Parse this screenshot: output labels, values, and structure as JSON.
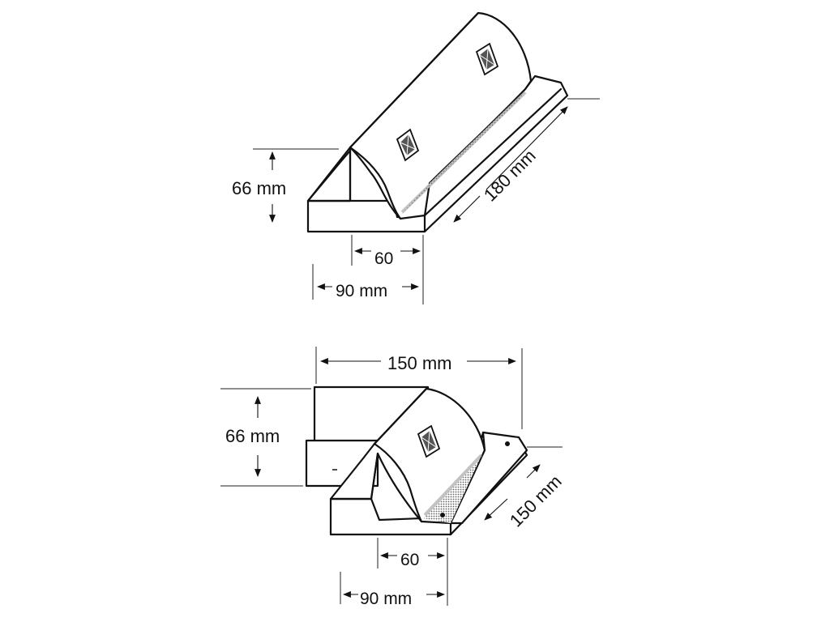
{
  "diagram": {
    "top_view": {
      "height_label": "66 mm",
      "length_label": "180 mm",
      "inner_width_label": "60",
      "outer_width_label": "90 mm"
    },
    "bottom_view": {
      "width_label": "150 mm",
      "height_label": "66 mm",
      "depth_label": "150 mm",
      "inner_width_label": "60",
      "outer_width_label": "90 mm"
    }
  },
  "colors": {
    "ink": "#111111",
    "paper": "#ffffff",
    "shade": "#9a9a9a"
  }
}
